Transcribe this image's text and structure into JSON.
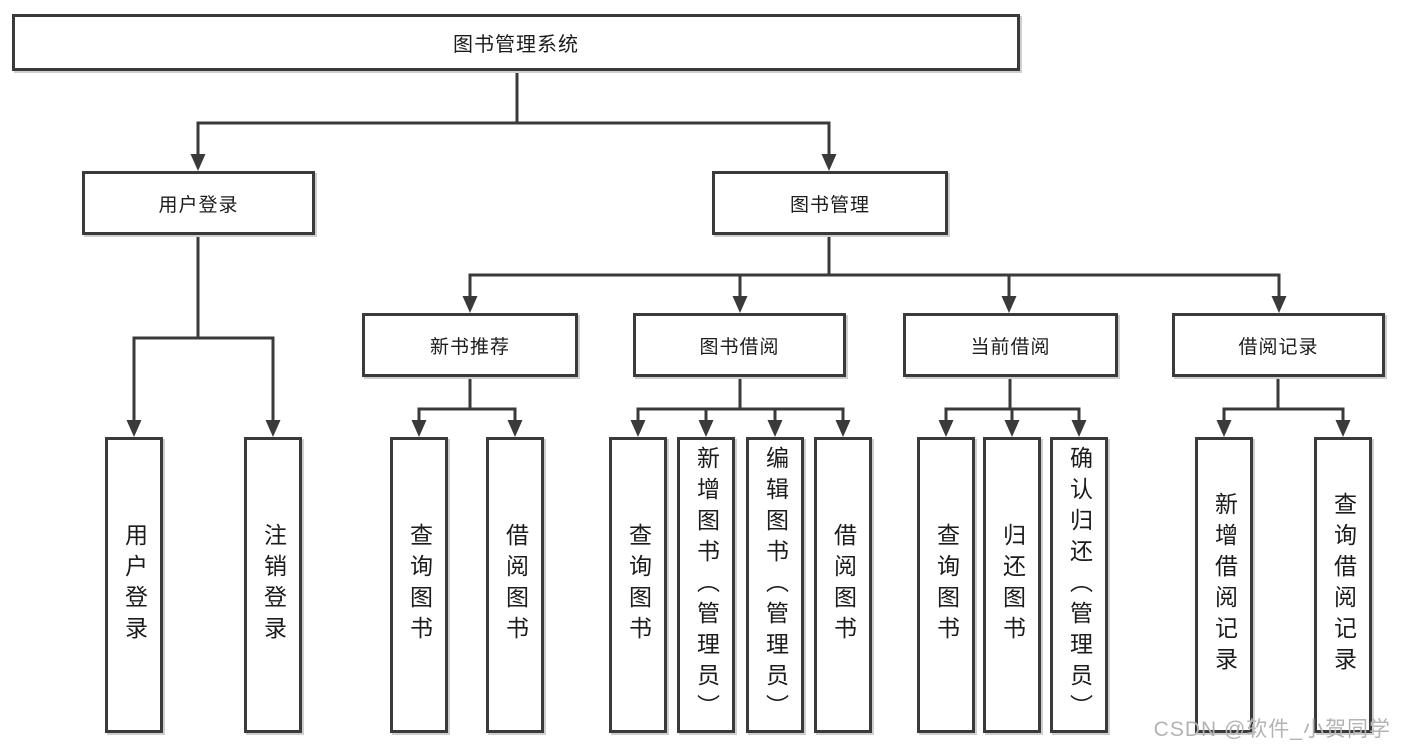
{
  "tree": {
    "root": {
      "label": "图书管理系统"
    },
    "branches": [
      {
        "label": "用户登录",
        "children": [
          {
            "label": "用户登录"
          },
          {
            "label": "注销登录"
          }
        ]
      },
      {
        "label": "图书管理",
        "groups": [
          {
            "label": "新书推荐",
            "children": [
              {
                "label": "查询图书"
              },
              {
                "label": "借阅图书"
              }
            ]
          },
          {
            "label": "图书借阅",
            "children": [
              {
                "label": "查询图书"
              },
              {
                "label": "新增图书（管理员）"
              },
              {
                "label": "编辑图书（管理员）"
              },
              {
                "label": "借阅图书"
              }
            ]
          },
          {
            "label": "当前借阅",
            "children": [
              {
                "label": "查询图书"
              },
              {
                "label": "归还图书"
              },
              {
                "label": "确认归还（管理员）"
              }
            ]
          },
          {
            "label": "借阅记录",
            "children": [
              {
                "label": "新增借阅记录"
              },
              {
                "label": "查询借阅记录"
              }
            ]
          }
        ]
      }
    ]
  },
  "watermark": {
    "text": "CSDN @软件_小贺同学"
  },
  "colors": {
    "line": "#3a3a3a",
    "box_border": "#3a3a3a",
    "text": "#1c1c1c",
    "watermark": "#b3b3b3",
    "background": "#ffffff"
  }
}
